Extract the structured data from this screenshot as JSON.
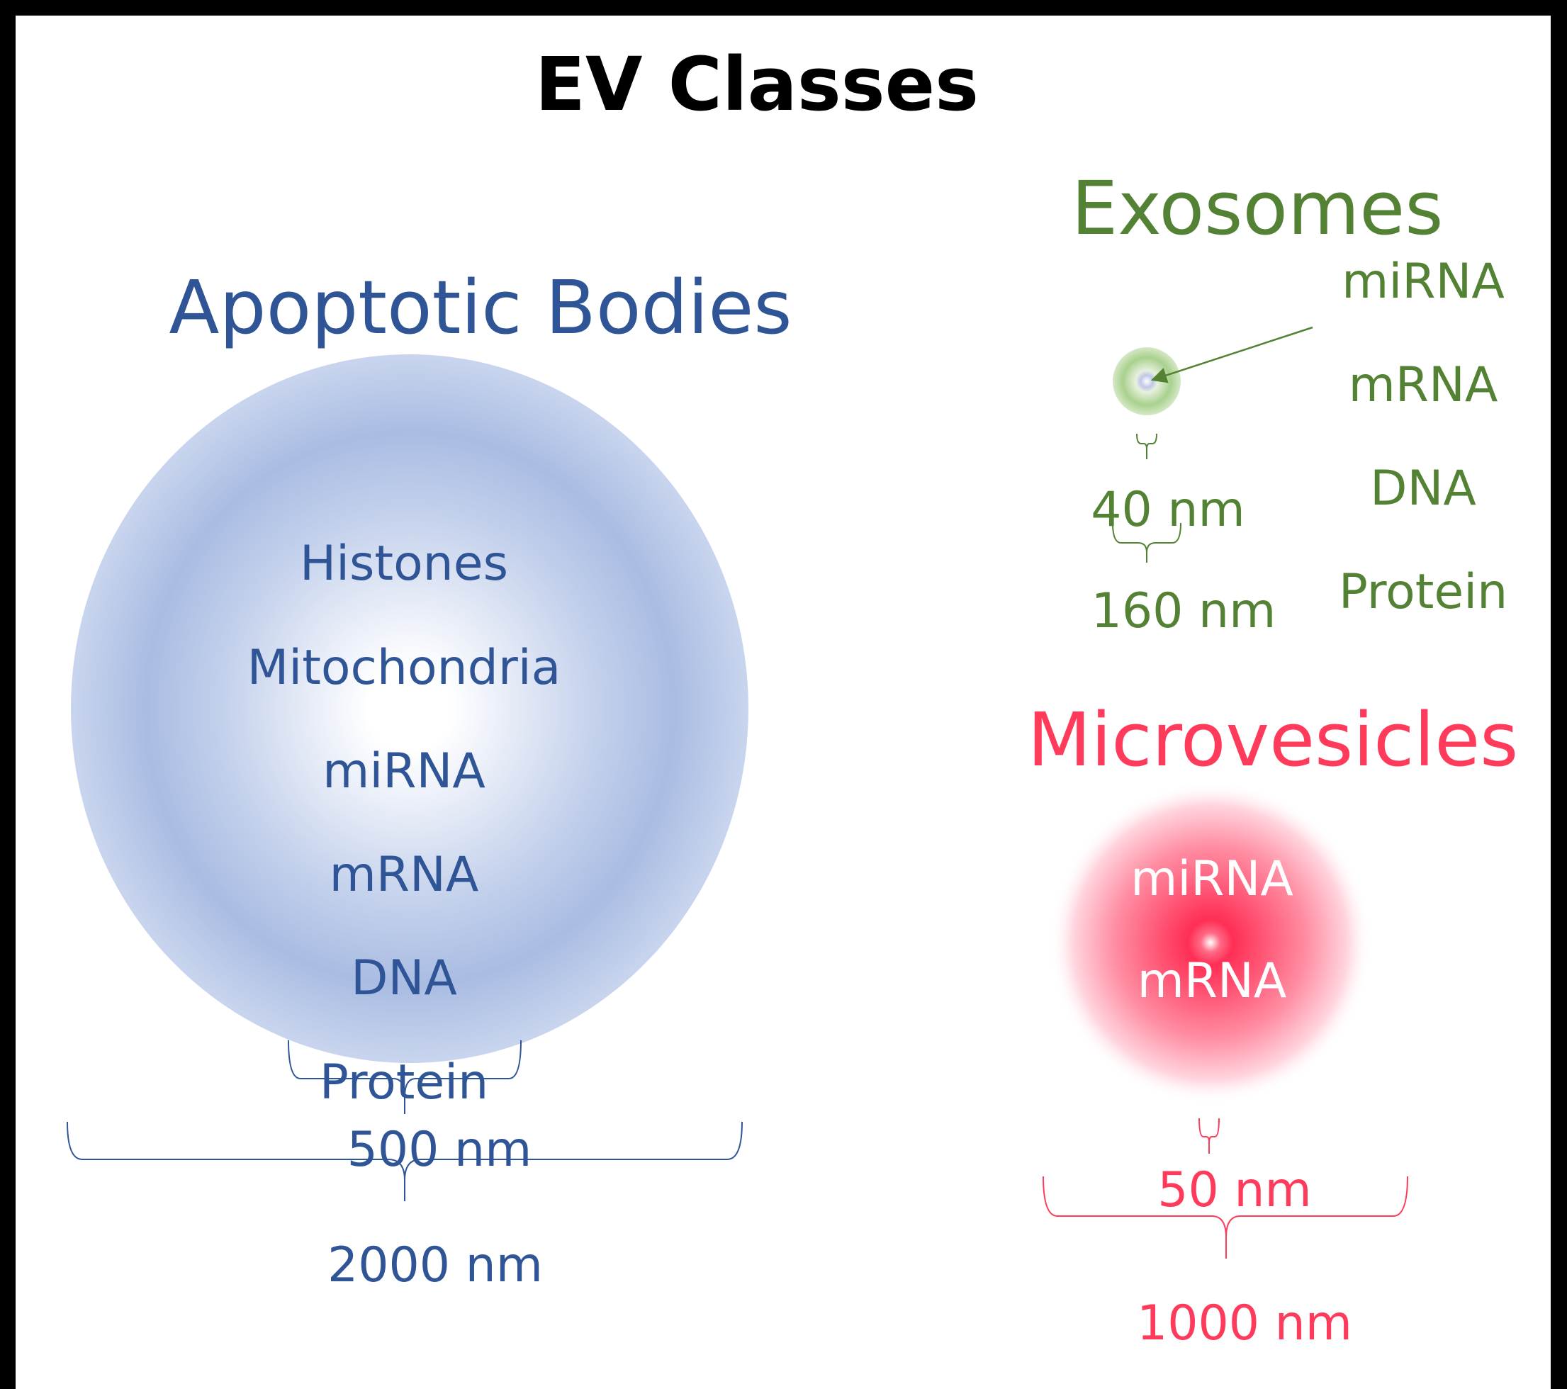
{
  "title": "EV Classes",
  "colors": {
    "apoptotic": "#2F5597",
    "apoptotic_fill": "#A9BCE2",
    "exosome": "#548235",
    "exosome_fill": "#A9D18E",
    "microvesicle": "#FF3B5C",
    "microvesicle_fill": "#FF2E55",
    "frame": "#000000",
    "background": "#FFFFFF"
  },
  "apoptotic_bodies": {
    "heading": "Apoptotic Bodies",
    "contents": [
      "Histones",
      "Mitochondria",
      "miRNA",
      "mRNA",
      "DNA",
      "Protein"
    ],
    "size_min": "500 nm",
    "size_max": "2000 nm"
  },
  "exosomes": {
    "heading": "Exosomes",
    "contents": [
      "miRNA",
      "mRNA",
      "DNA",
      "Protein"
    ],
    "size_min": "40 nm",
    "size_max": "160 nm"
  },
  "microvesicles": {
    "heading": "Microvesicles",
    "contents": [
      "miRNA",
      "mRNA"
    ],
    "size_min": "50 nm",
    "size_max": "1000 nm"
  }
}
